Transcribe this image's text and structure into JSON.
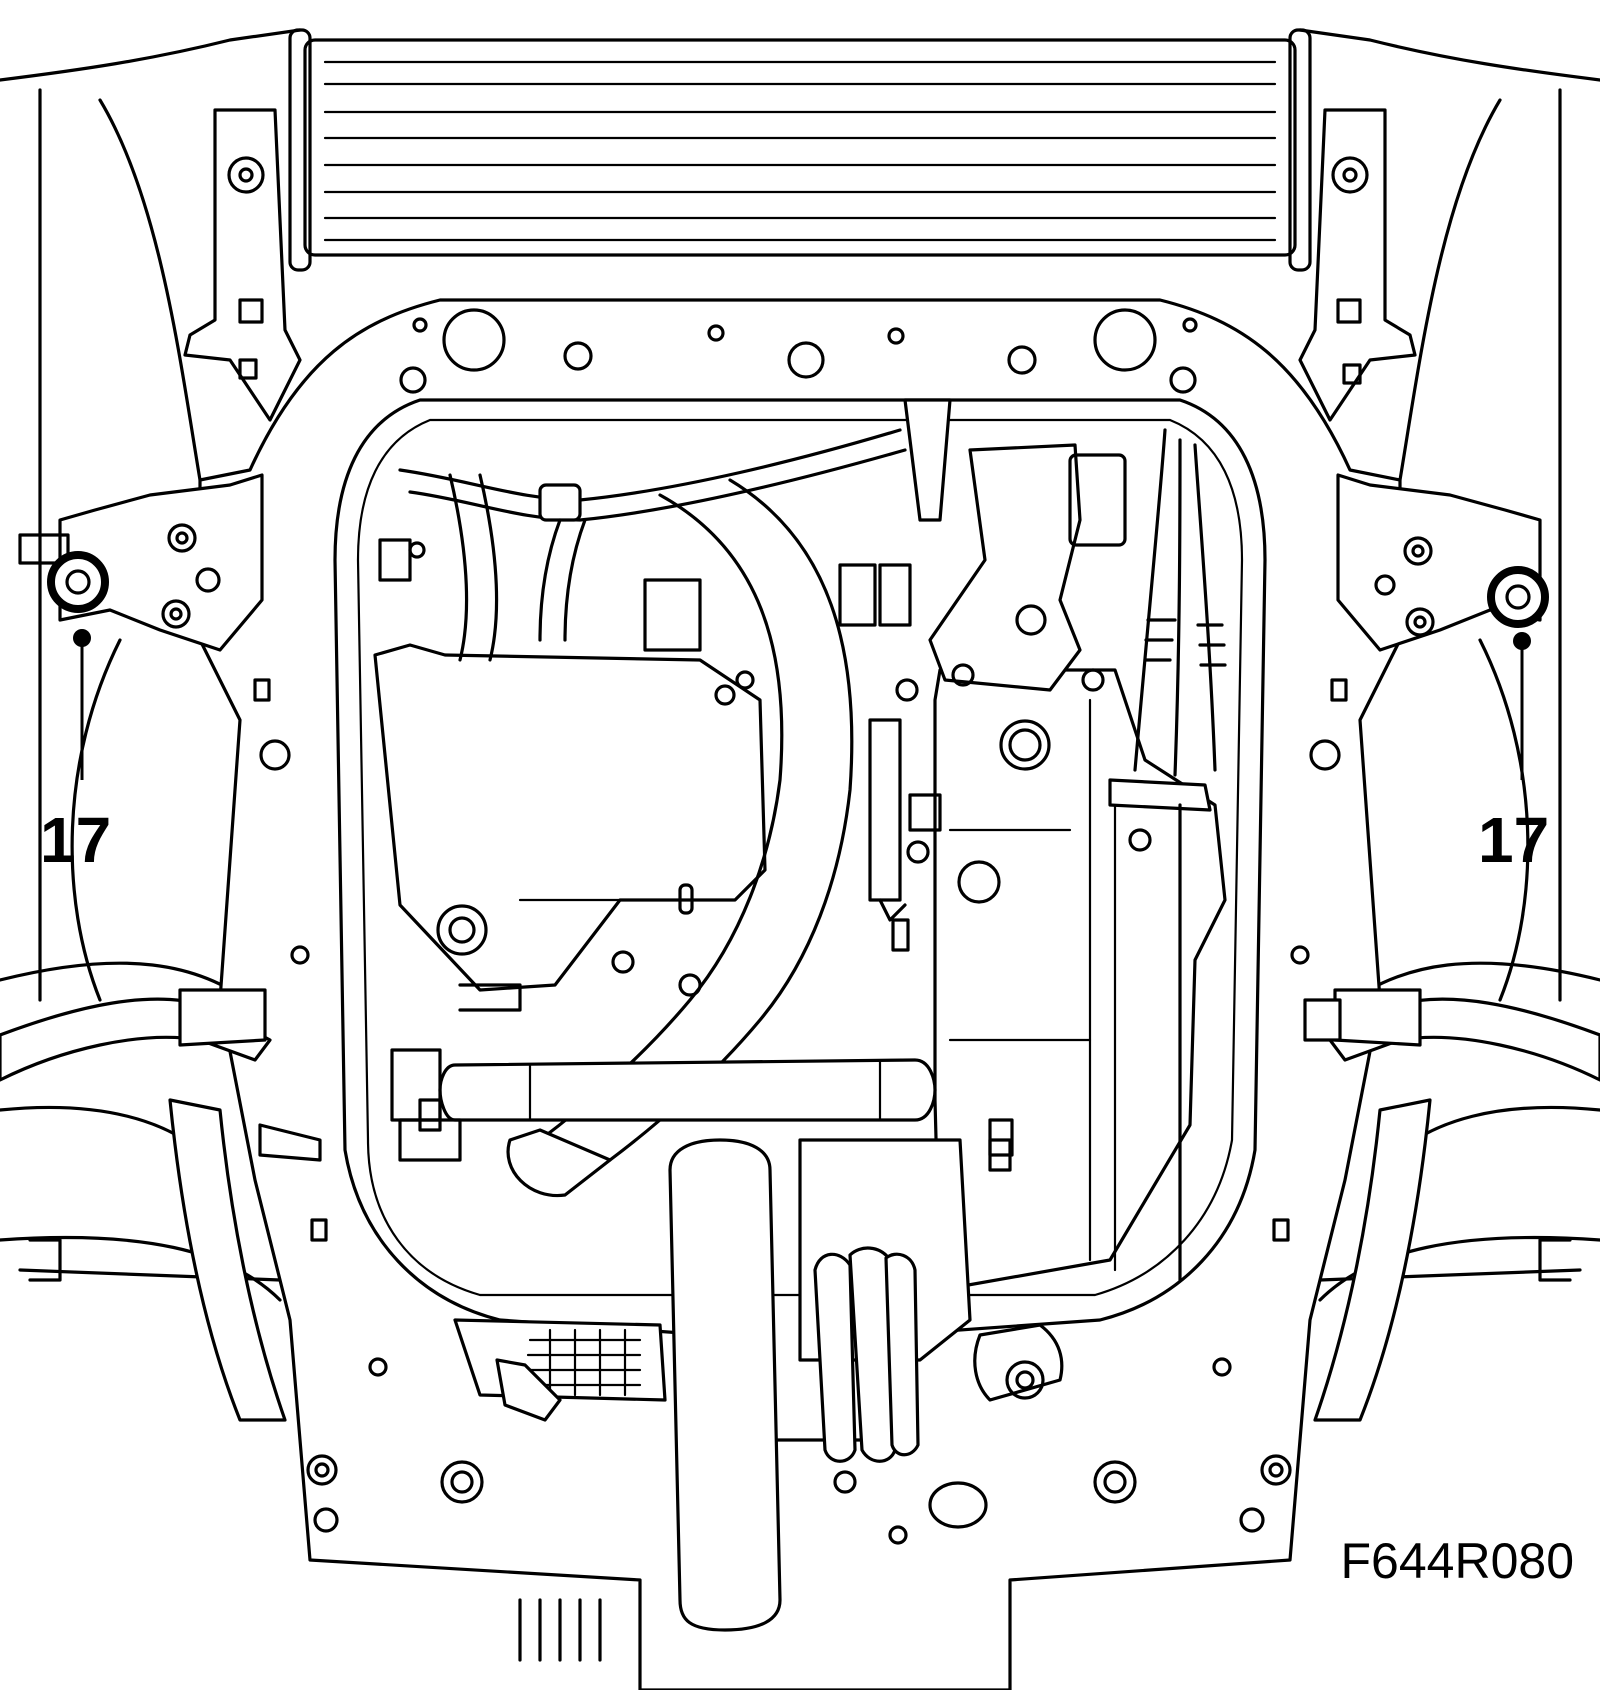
{
  "figure": {
    "id": "F644R080",
    "callouts": [
      {
        "label": "17",
        "side": "left"
      },
      {
        "label": "17",
        "side": "right"
      }
    ]
  }
}
